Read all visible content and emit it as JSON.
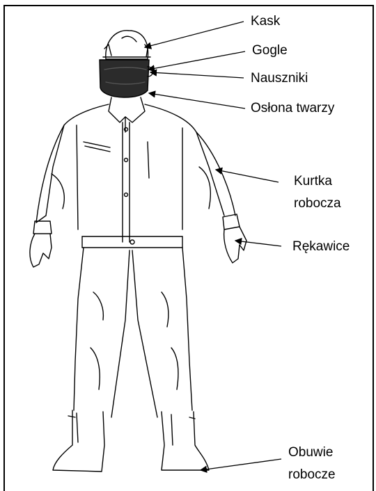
{
  "labels": {
    "helmet": "Kask",
    "goggles": "Gogle",
    "earmuffs": "Nauszniki",
    "face_shield": "Osłona twarzy",
    "jacket_line1": "Kurtka",
    "jacket_line2": "robocza",
    "gloves": "Rękawice",
    "boots_line1": "Obuwie",
    "boots_line2": "robocze"
  },
  "colors": {
    "line": "#000000",
    "visor": "#2b2b2b"
  }
}
